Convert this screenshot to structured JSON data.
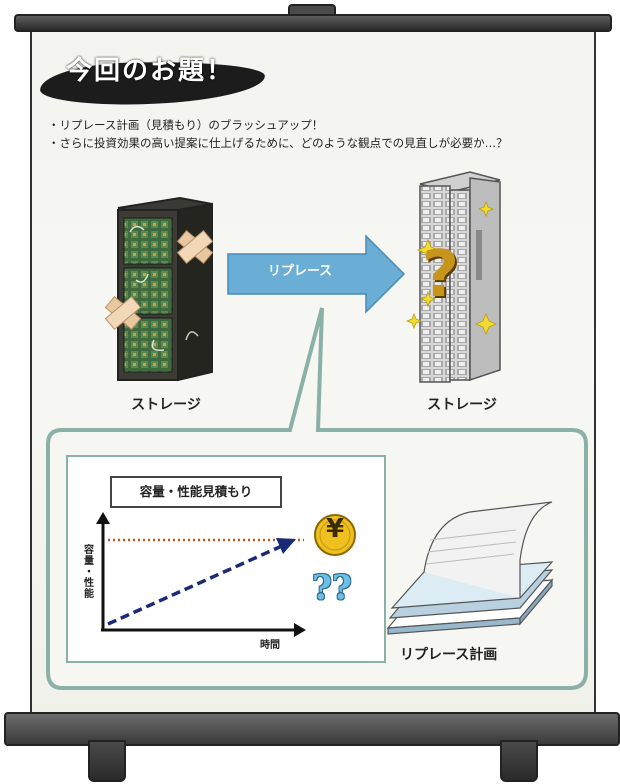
{
  "title": "今回のお題！",
  "bullets": [
    "・リプレース計画（見積もり）のブラッシュアップ！",
    "・さらに投資効果の高い提案に仕上げるために、どのような観点での見直しが必要か…？"
  ],
  "left_storage_label": "ストレージ",
  "right_storage_label": "ストレージ",
  "arrow_label": "リプレース",
  "chart": {
    "title": "容量・性能見積もり",
    "ylabel": "容量・性能",
    "xlabel": "時間"
  },
  "yen_symbol": "¥",
  "question_mark": "?",
  "question_marks_blue": "??",
  "plan_label": "リプレース計画",
  "colors": {
    "arrow": "#6aaed6",
    "dotted_line": "#c8501e",
    "dashed_arrow": "#1a2a78",
    "coin": "#f0c020",
    "board_bg": "#f3f3ef"
  }
}
